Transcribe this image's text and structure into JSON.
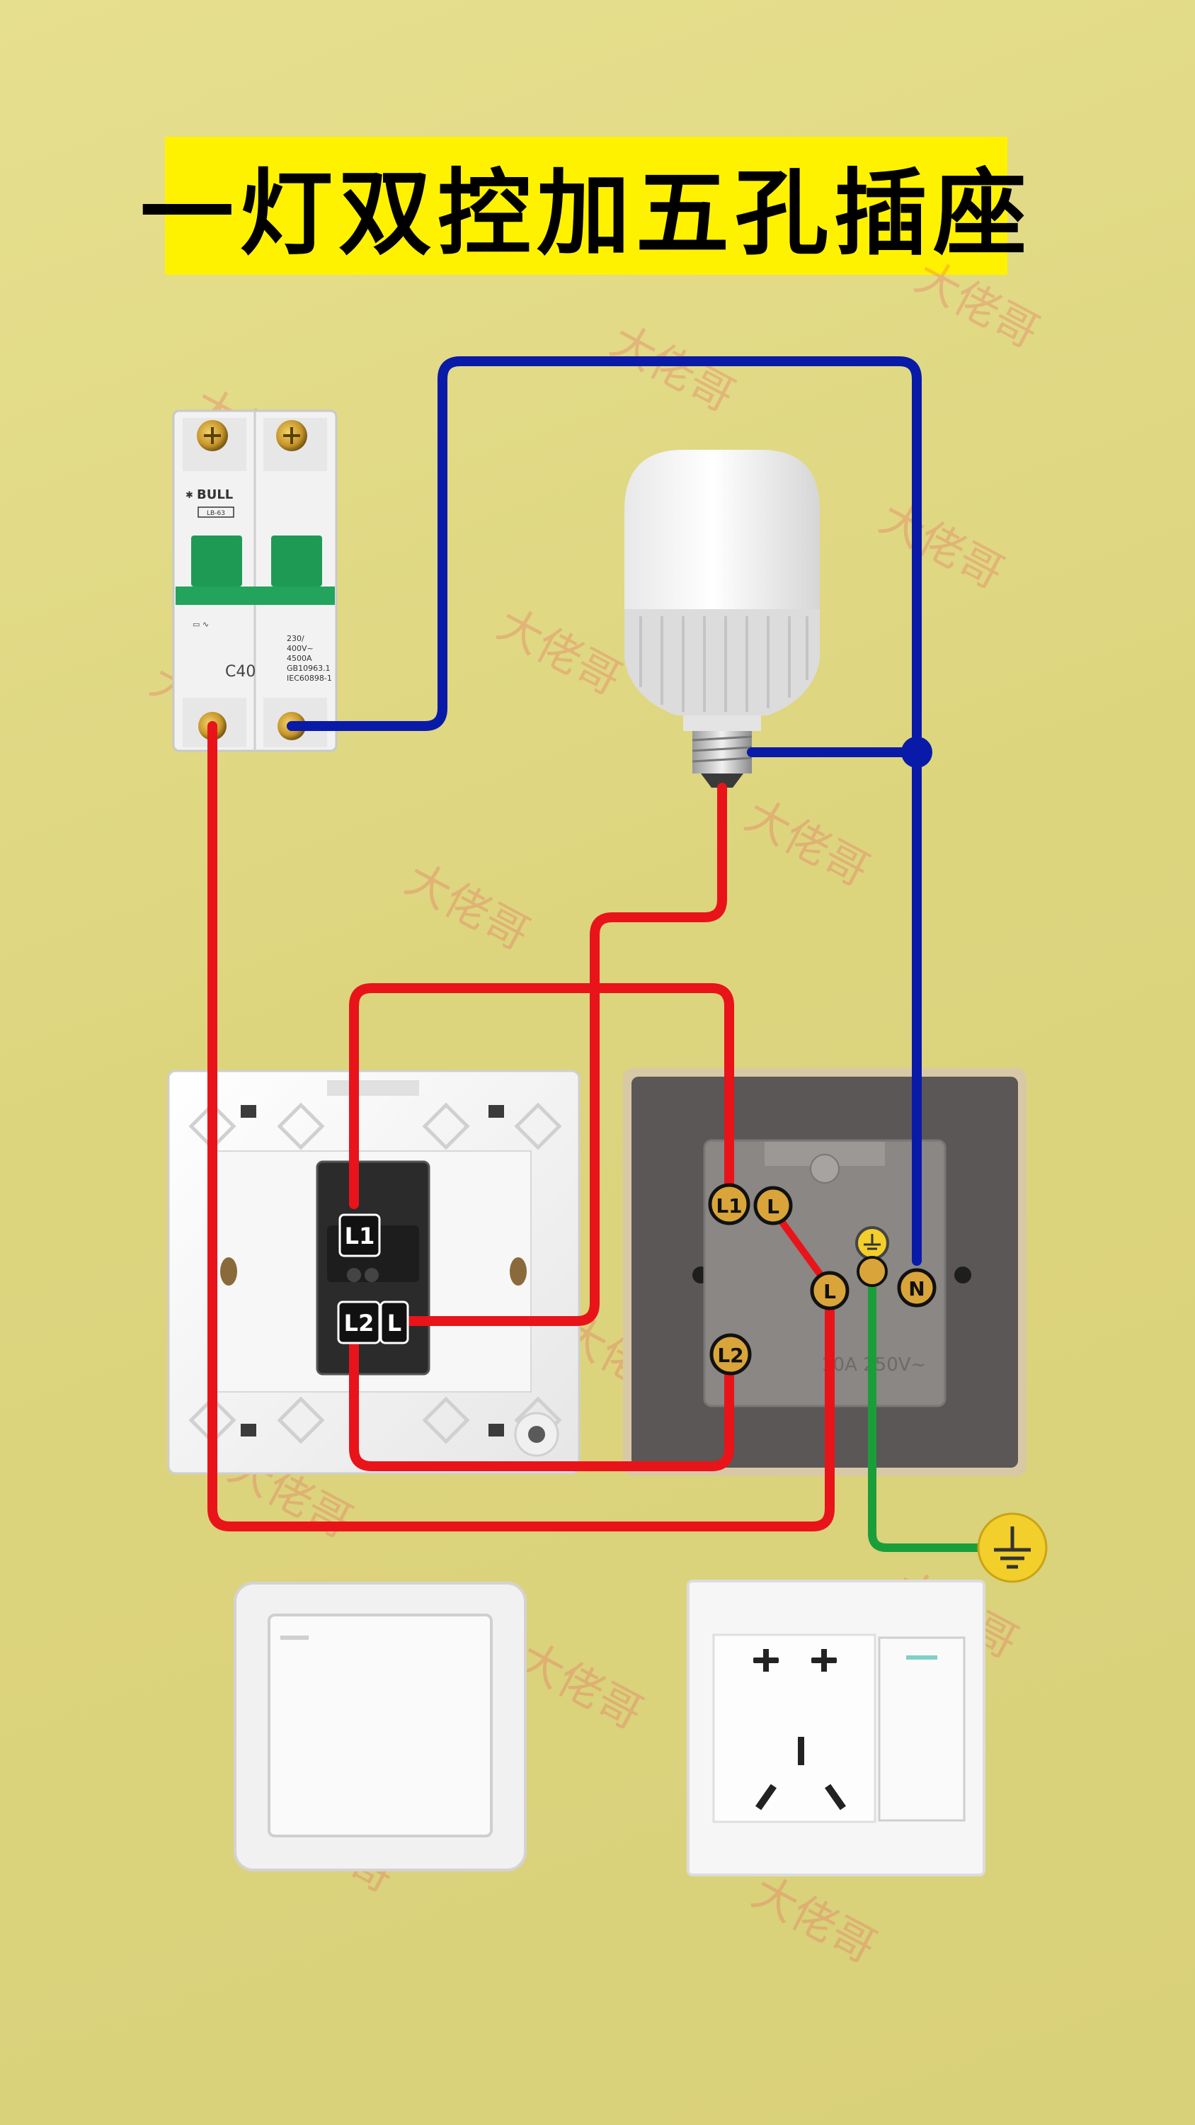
{
  "title": "一灯双控加五孔插座",
  "watermark": "大佬哥",
  "breaker": {
    "brand": "BULL",
    "model": "LB-63",
    "rating": "C40",
    "spec_lines": [
      "230/",
      "400V~",
      "4500A",
      "GB10963.1",
      "IEC60898-1"
    ]
  },
  "switch_terminals": {
    "l1": "L1",
    "l2": "L2",
    "l": "L"
  },
  "socket_terminals": {
    "l1": "L1",
    "l": "L",
    "l2": "L2",
    "n": "N"
  },
  "socket_rating": "10A 250V~",
  "colors": {
    "live": "#e8141a",
    "neutral": "#0a1aa8",
    "earth": "#1a9e3a",
    "title_bg": "#fff200",
    "background": "#e2da86"
  }
}
